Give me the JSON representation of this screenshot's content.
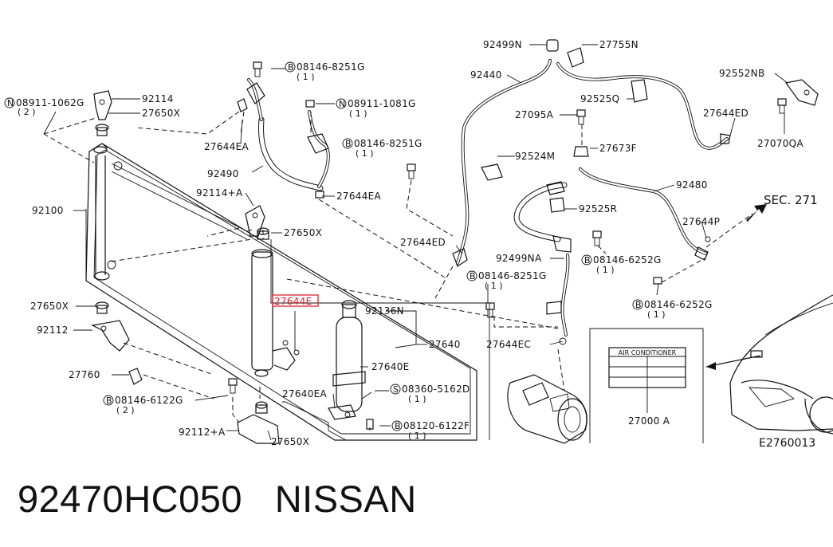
{
  "footer": {
    "part_number": "92470HC050",
    "brand": "NISSAN"
  },
  "diagram": {
    "code": "E2760013",
    "section_ref": "SEC. 271",
    "highlight_color": "#e0202a",
    "label_card_title": "AIR CONDITIONER",
    "labels": [
      {
        "id": "l1",
        "text": "08911-1062G",
        "qty": "( 2 )",
        "prefix": "N"
      },
      {
        "id": "l2",
        "text": "92114"
      },
      {
        "id": "l3",
        "text": "27650X"
      },
      {
        "id": "l4",
        "text": "08146-8251G",
        "qty": "( 1 )",
        "prefix": "B"
      },
      {
        "id": "l5",
        "text": "08911-1081G",
        "qty": "( 1 )",
        "prefix": "N"
      },
      {
        "id": "l6",
        "text": "27644EA"
      },
      {
        "id": "l7",
        "text": "08146-8251G",
        "qty": "( 1 )",
        "prefix": "B"
      },
      {
        "id": "l8",
        "text": "92490"
      },
      {
        "id": "l9",
        "text": "27644EA"
      },
      {
        "id": "l10",
        "text": "92114+A"
      },
      {
        "id": "l11",
        "text": "92100"
      },
      {
        "id": "l12",
        "text": "27650X"
      },
      {
        "id": "l13",
        "text": "27644E"
      },
      {
        "id": "l14",
        "text": "27650X"
      },
      {
        "id": "l15",
        "text": "92112"
      },
      {
        "id": "l16",
        "text": "27760"
      },
      {
        "id": "l17",
        "text": "08146-6122G",
        "qty": "( 2 )",
        "prefix": "B"
      },
      {
        "id": "l18",
        "text": "92112+A"
      },
      {
        "id": "l19",
        "text": "27650X"
      },
      {
        "id": "l20",
        "text": "92136N"
      },
      {
        "id": "l21",
        "text": "27640"
      },
      {
        "id": "l22",
        "text": "27640E"
      },
      {
        "id": "l23",
        "text": "27640EA"
      },
      {
        "id": "l24",
        "text": "08360-5162D",
        "qty": "( 1 )",
        "prefix": "S"
      },
      {
        "id": "l25",
        "text": "08120-6122F",
        "qty": "( 1 )",
        "prefix": "B"
      },
      {
        "id": "l26",
        "text": "92499N"
      },
      {
        "id": "l27",
        "text": "27755N"
      },
      {
        "id": "l28",
        "text": "92440"
      },
      {
        "id": "l29",
        "text": "92525Q"
      },
      {
        "id": "l30",
        "text": "27095A"
      },
      {
        "id": "l31",
        "text": "27644ED"
      },
      {
        "id": "l32",
        "text": "92552NB"
      },
      {
        "id": "l33",
        "text": "27070QA"
      },
      {
        "id": "l34",
        "text": "27673F"
      },
      {
        "id": "l35",
        "text": "92524M"
      },
      {
        "id": "l36",
        "text": "92480"
      },
      {
        "id": "l37",
        "text": "92525R"
      },
      {
        "id": "l38",
        "text": "27644P"
      },
      {
        "id": "l39",
        "text": "27644ED"
      },
      {
        "id": "l40",
        "text": "92499NA"
      },
      {
        "id": "l41",
        "text": "08146-6252G",
        "qty": "( 1 )",
        "prefix": "B"
      },
      {
        "id": "l42",
        "text": "08146-8251G",
        "qty": "( 1 )",
        "prefix": "B"
      },
      {
        "id": "l43",
        "text": "08146-6252G",
        "qty": "( 1 )",
        "prefix": "B"
      },
      {
        "id": "l44",
        "text": "27644EC"
      },
      {
        "id": "l45",
        "text": "27000 A"
      }
    ]
  }
}
